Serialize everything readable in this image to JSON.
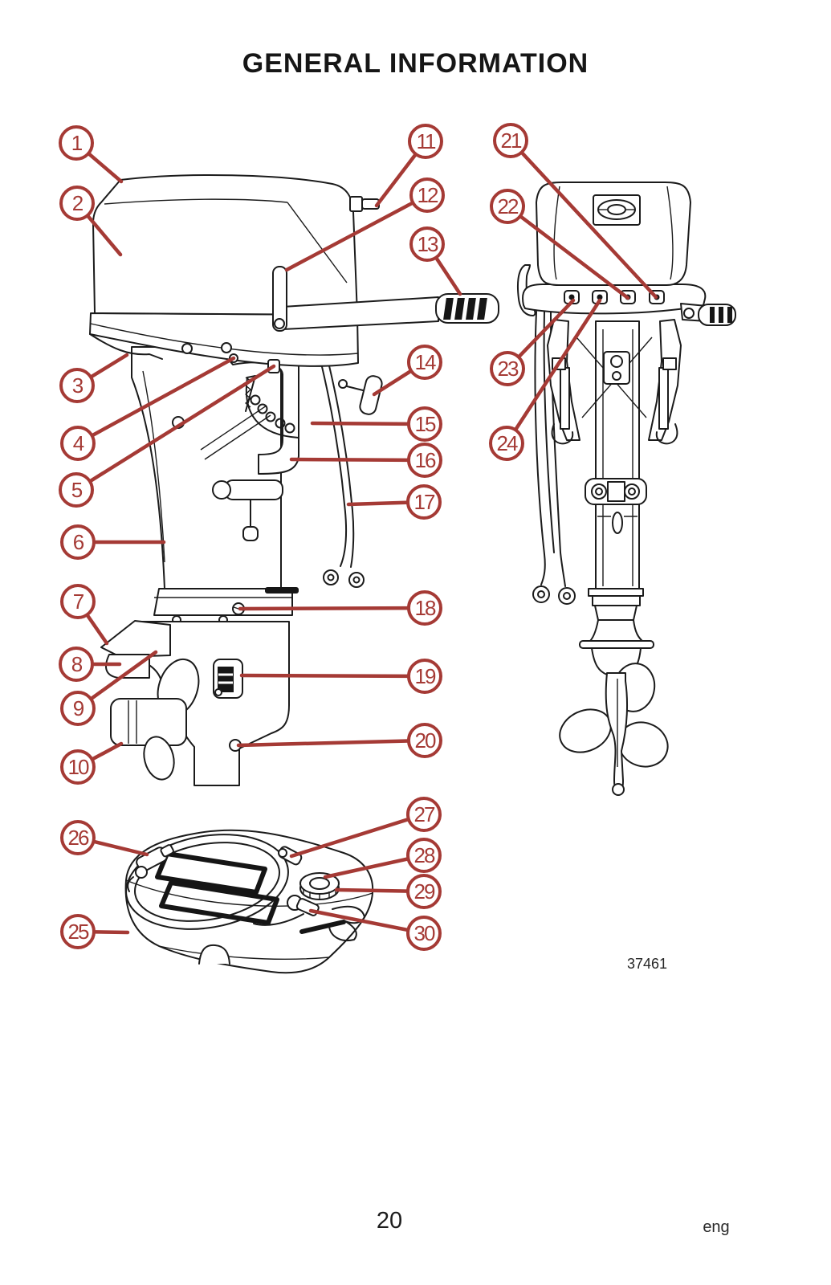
{
  "page": {
    "title": "GENERAL INFORMATION",
    "figure_number": "37461",
    "page_number": "20",
    "language_code": "eng"
  },
  "colors": {
    "callout_red": "#a53a35",
    "line_art": "#1b1b1b",
    "background": "#ffffff"
  },
  "figure": {
    "description": "Outboard motor component identification: side view, rear view and remote fuel tank with numbered callouts",
    "callouts": [
      {
        "label": "1"
      },
      {
        "label": "2"
      },
      {
        "label": "3"
      },
      {
        "label": "4"
      },
      {
        "label": "5"
      },
      {
        "label": "6"
      },
      {
        "label": "7"
      },
      {
        "label": "8"
      },
      {
        "label": "9"
      },
      {
        "label": "10"
      },
      {
        "label": "11"
      },
      {
        "label": "12"
      },
      {
        "label": "13"
      },
      {
        "label": "14"
      },
      {
        "label": "15"
      },
      {
        "label": "16"
      },
      {
        "label": "17"
      },
      {
        "label": "18"
      },
      {
        "label": "19"
      },
      {
        "label": "20"
      },
      {
        "label": "21"
      },
      {
        "label": "22"
      },
      {
        "label": "23"
      },
      {
        "label": "24"
      },
      {
        "label": "25"
      },
      {
        "label": "26"
      },
      {
        "label": "27"
      },
      {
        "label": "28"
      },
      {
        "label": "29"
      },
      {
        "label": "30"
      }
    ]
  }
}
